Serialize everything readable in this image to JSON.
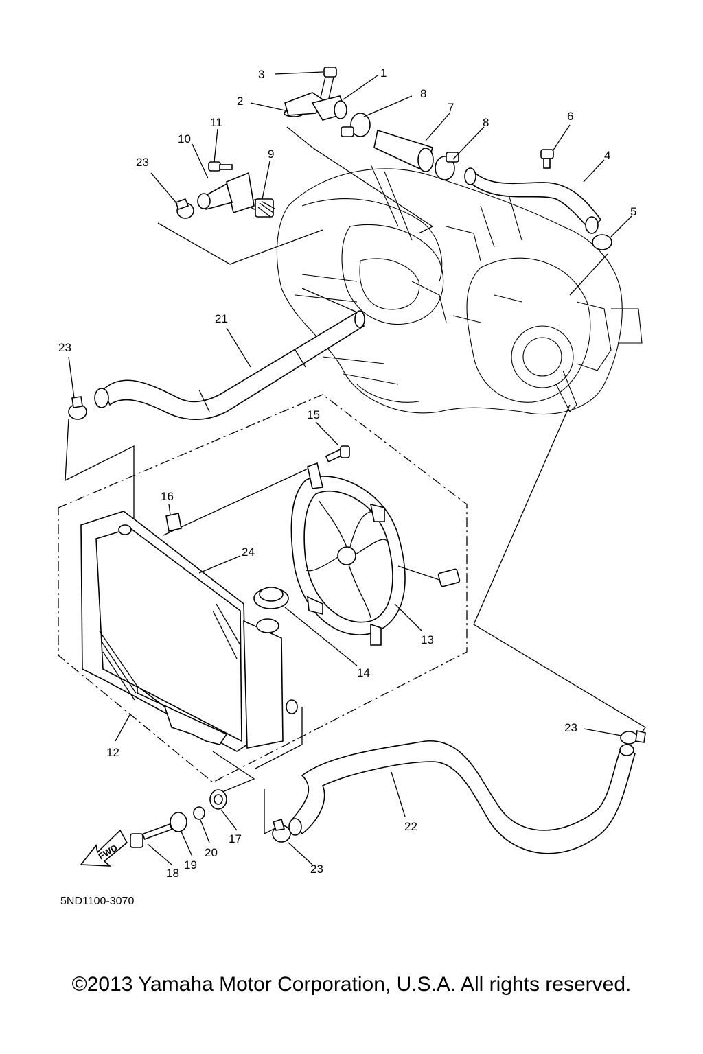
{
  "diagram": {
    "figure_code": "5ND1100-3070",
    "direction_label": "FWD",
    "callouts": [
      "1",
      "2",
      "3",
      "4",
      "5",
      "6",
      "7",
      "8",
      "8",
      "9",
      "10",
      "11",
      "12",
      "13",
      "14",
      "15",
      "16",
      "17",
      "18",
      "19",
      "20",
      "21",
      "22",
      "23",
      "23",
      "23",
      "23",
      "24"
    ]
  },
  "footer": {
    "copyright": "©2013 Yamaha Motor Corporation, U.S.A. All rights reserved."
  }
}
